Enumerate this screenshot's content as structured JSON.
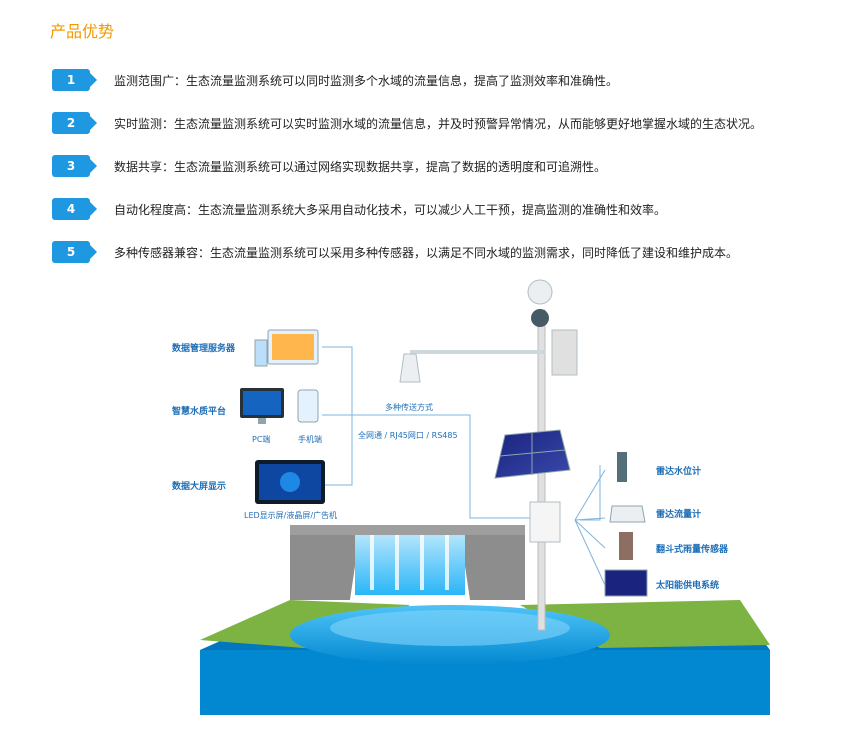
{
  "section_title": "产品优势",
  "colors": {
    "accent": "#F39800",
    "badge": "#1E98E0",
    "label_blue": "#1F6FB8",
    "line": "#7FB4DC"
  },
  "advantages": [
    {
      "num": "1",
      "text": "监测范围广：生态流量监测系统可以同时监测多个水域的流量信息，提高了监测效率和准确性。"
    },
    {
      "num": "2",
      "text": "实时监测：生态流量监测系统可以实时监测水域的流量信息，并及时预警异常情况，从而能够更好地掌握水域的生态状况。"
    },
    {
      "num": "3",
      "text": "数据共享：生态流量监测系统可以通过网络实现数据共享，提高了数据的透明度和可追溯性。"
    },
    {
      "num": "4",
      "text": "自动化程度高：生态流量监测系统大多采用自动化技术，可以减少人工干预，提高监测的准确性和效率。"
    },
    {
      "num": "5",
      "text": "多种传感器兼容：生态流量监测系统可以采用多种传感器，以满足不同水域的监测需求，同时降低了建设和维护成本。"
    }
  ],
  "diagram": {
    "server_label": "数据管理服务器",
    "platform_label": "智慧水质平台",
    "pc_label": "PC端",
    "mobile_label": "手机端",
    "bigscreen_label": "数据大屏显示",
    "bigscreen_sub": "LED显示屏/液晶屏/广告机",
    "transfer_label": "多种传送方式",
    "transfer_sub": "全网通 / RJ45网口 / RS485",
    "sensors": [
      "雷达水位计",
      "雷达流量计",
      "翻斗式雨量传感器",
      "太阳能供电系统"
    ]
  }
}
